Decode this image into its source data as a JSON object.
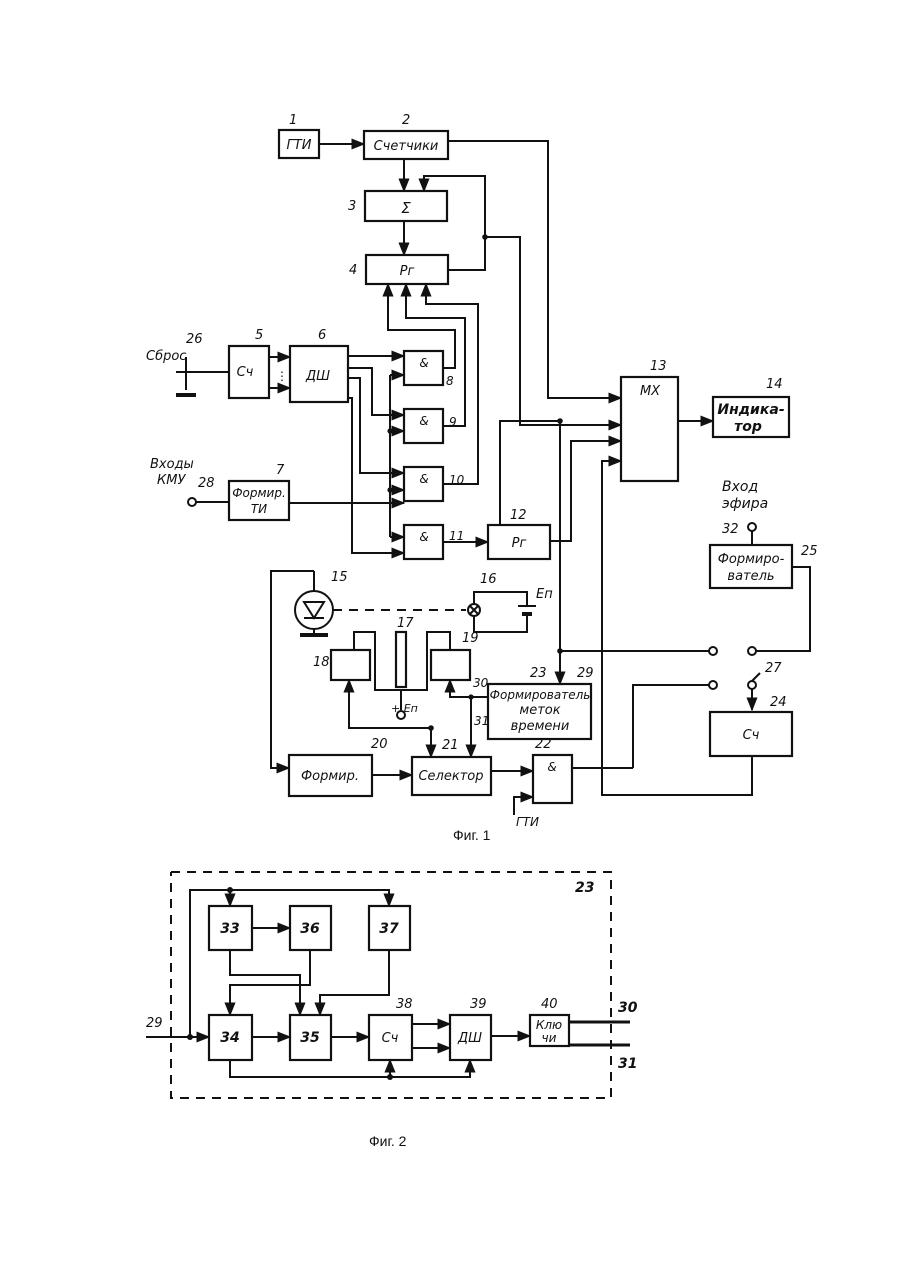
{
  "fig1": {
    "caption": "Фиг. 1",
    "blocks": {
      "gti": "ГТИ",
      "counters": "Счетчики",
      "sum": "Σ",
      "reg4": "Рг",
      "sch5": "Сч",
      "dsh6": "ДШ",
      "and8": "&",
      "and9": "&",
      "and10": "&",
      "and11": "&",
      "form7_l1": "Формир.",
      "form7_l2": "ТИ",
      "reg12": "Рг",
      "mx": "МХ",
      "ind_l1": "Индика-",
      "ind_l2": "тор",
      "formirov_l1": "Формиро-",
      "formirov_l2": "ватель",
      "fm23_l1": "Формирователь",
      "fm23_l2": "меток",
      "fm23_l3": "времени",
      "sch24": "Сч",
      "form20": "Формир.",
      "selector": "Селектор",
      "and22": "&"
    },
    "numbers": [
      "1",
      "2",
      "3",
      "4",
      "5",
      "6",
      "7",
      "8",
      "9",
      "10",
      "11",
      "12",
      "13",
      "14",
      "15",
      "16",
      "17",
      "18",
      "19",
      "20",
      "21",
      "22",
      "23",
      "24",
      "25",
      "26",
      "27",
      "28",
      "29",
      "30",
      "31",
      "32"
    ],
    "labels": {
      "reset": "Сброс",
      "inputs_l1": "Входы",
      "inputs_l2": "КМУ",
      "air_l1": "Вход",
      "air_l2": "эфира",
      "ep1": "Еп",
      "ep2": "+ Еп",
      "gti_in": "ГТИ"
    }
  },
  "fig2": {
    "caption": "Фиг. 2",
    "frame_number": "23",
    "blocks": {
      "b33": "33",
      "b36": "36",
      "b37": "37",
      "b34": "34",
      "b35": "35",
      "b38": "Сч",
      "b39": "ДШ",
      "b40_l1": "Клю",
      "b40_l2": "чи"
    },
    "numbers": {
      "n38": "38",
      "n39": "39",
      "n40": "40",
      "in29": "29",
      "out30": "30",
      "out31": "31"
    }
  }
}
